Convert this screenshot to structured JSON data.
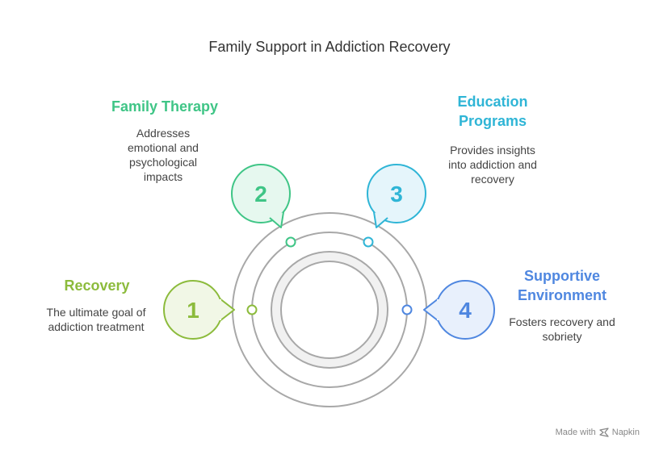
{
  "title": "Family Support in Addiction Recovery",
  "colors": {
    "recovery": "#8cbb3c",
    "family_therapy": "#3fc586",
    "education": "#2fb5d6",
    "supportive": "#4f87e0",
    "ring": "#a8a8a8"
  },
  "nodes": [
    {
      "number": "1",
      "heading": "Recovery",
      "description": "The ultimate goal of addiction treatment"
    },
    {
      "number": "2",
      "heading": "Family Therapy",
      "description": "Addresses emotional and psychological impacts"
    },
    {
      "number": "3",
      "heading": "Education Programs",
      "description": "Provides insights into addiction and recovery"
    },
    {
      "number": "4",
      "heading": "Supportive Environment",
      "description": "Fosters recovery and sobriety"
    }
  ],
  "footer": {
    "made_with": "Made with",
    "brand": "Napkin",
    "brand_icon": "napkin-logo-icon"
  }
}
